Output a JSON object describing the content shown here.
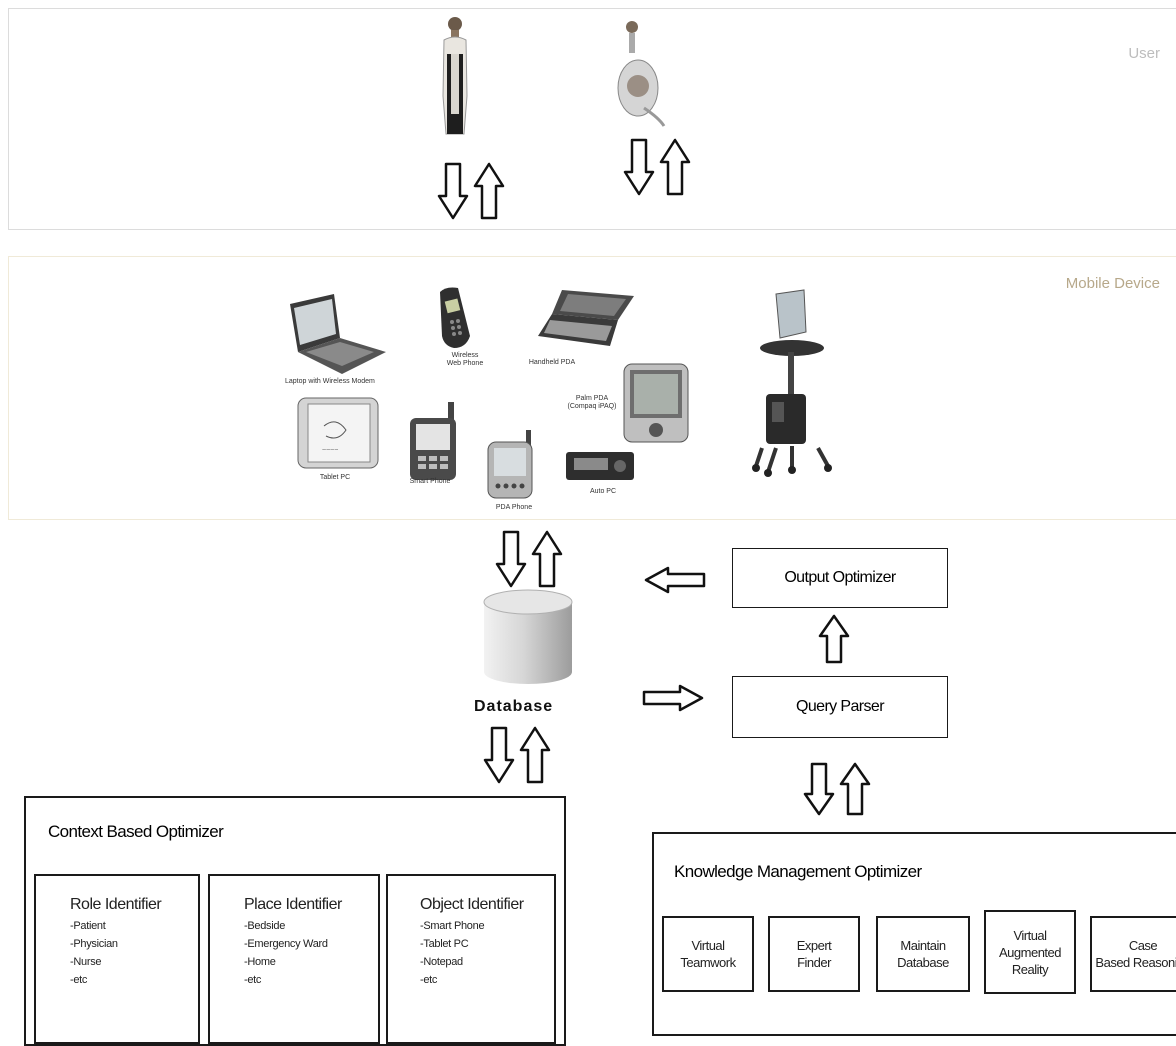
{
  "user_band": {
    "label": "User"
  },
  "mobile_band": {
    "label": "Mobile Device",
    "devices": [
      {
        "label": "Laptop with Wireless Modem"
      },
      {
        "label": "Wireless\nWeb Phone"
      },
      {
        "label": "Handheld PDA"
      },
      {
        "label": "Palm PDA\n(Compaq iPAQ)"
      },
      {
        "label": "Tablet PC"
      },
      {
        "label": "Smart Phone"
      },
      {
        "label": "PDA Phone"
      },
      {
        "label": "Auto PC"
      }
    ]
  },
  "database": {
    "label": "Database"
  },
  "output_optimizer": {
    "label": "Output Optimizer"
  },
  "query_parser": {
    "label": "Query Parser"
  },
  "context_optimizer": {
    "title": "Context Based Optimizer",
    "panels": [
      {
        "title": "Role Identifier",
        "items": "-Patient\n-Physician\n-Nurse\n-etc"
      },
      {
        "title": "Place Identifier",
        "items": "-Bedside\n-Emergency Ward\n-Home\n-etc"
      },
      {
        "title": "Object Identifier",
        "items": "-Smart Phone\n-Tablet PC\n-Notepad\n-etc"
      }
    ]
  },
  "knowledge_optimizer": {
    "title": "Knowledge Management Optimizer",
    "items": [
      {
        "label": "Virtual\nTeamwork"
      },
      {
        "label": "Expert\nFinder"
      },
      {
        "label": "Maintain\nDatabase"
      },
      {
        "label": "Virtual\nAugmented\nReality"
      },
      {
        "label": "Case\nBased Reasoning"
      }
    ]
  },
  "colors": {
    "border": "#1a1a1a",
    "band_border": "#dcdcdc",
    "mobile_label": "#b7a88a",
    "user_label": "#bdbdbd"
  }
}
